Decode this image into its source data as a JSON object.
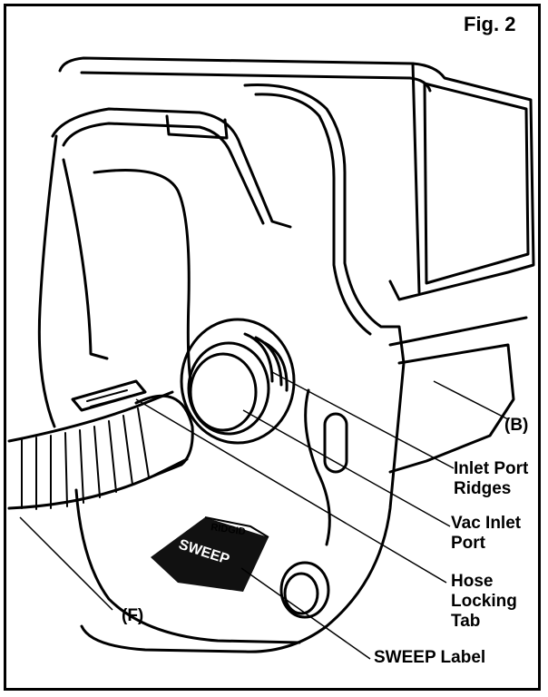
{
  "figure": {
    "title": "Fig. 2"
  },
  "callouts": {
    "b": "(B)",
    "inlet_ridges": [
      "Inlet Port",
      "Ridges"
    ],
    "vac_inlet": [
      "Vac Inlet",
      "Port"
    ],
    "hose_tab": [
      "Hose",
      "Locking",
      "Tab"
    ],
    "sweep_label": "SWEEP Label",
    "f": "(F)"
  },
  "product_label": {
    "brand": "RIDGID",
    "word": "SWEEP"
  },
  "colors": {
    "ink": "#000000",
    "paper": "#ffffff",
    "label_dark": "#111111"
  }
}
